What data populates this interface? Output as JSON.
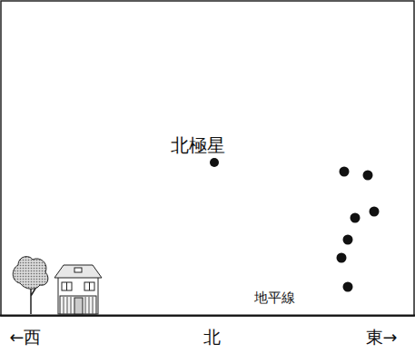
{
  "diagram": {
    "labels": [
      "北極星",
      "地平線",
      "←西",
      "北",
      "東→"
    ]
  }
}
